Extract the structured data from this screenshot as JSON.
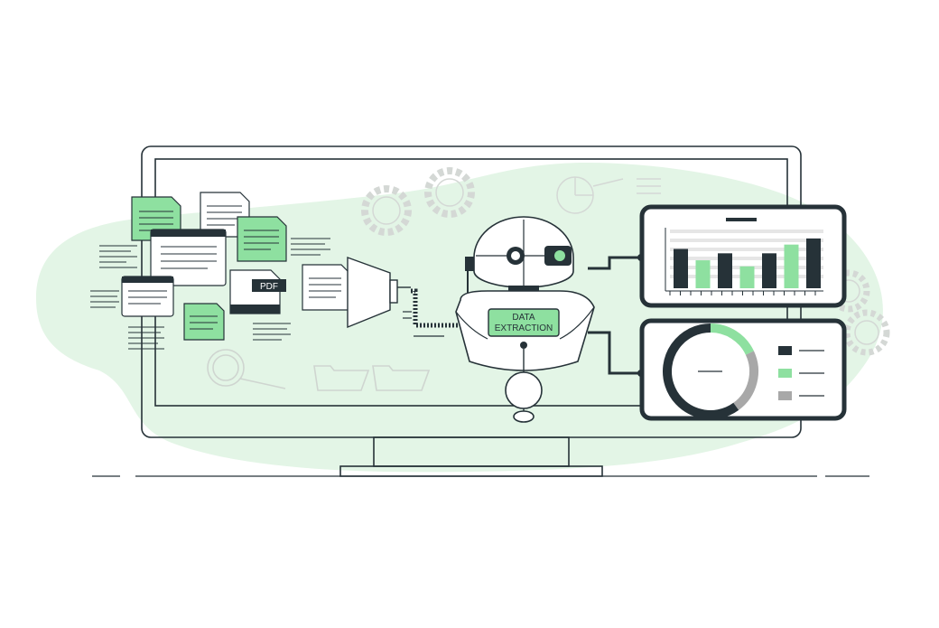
{
  "robot": {
    "badge_line1": "DATA",
    "badge_line2": "EXTRACTION"
  },
  "documents": {
    "pdf_label": "PDF"
  },
  "colors": {
    "outline": "#263238",
    "accent_green": "#8ee0a0",
    "light_green_blob": "#e3f5e6",
    "gray": "#a8a8a8",
    "background": "#ffffff"
  },
  "bar_chart": {
    "values": [
      45,
      32,
      40,
      25,
      40,
      50,
      57
    ],
    "colors": [
      "dark",
      "green",
      "dark",
      "green",
      "dark",
      "green",
      "dark"
    ]
  },
  "donut_chart": {
    "segments": [
      {
        "color": "green",
        "fraction": 0.18
      },
      {
        "color": "gray",
        "fraction": 0.22
      },
      {
        "color": "dark",
        "fraction": 0.6
      }
    ],
    "legend": [
      {
        "color": "dark"
      },
      {
        "color": "green"
      },
      {
        "color": "gray"
      }
    ]
  },
  "icons": [
    "monitor-icon",
    "gear-icon",
    "pie-chart-icon",
    "magnifier-icon",
    "folder-icon",
    "document-icon",
    "browser-window-icon",
    "robot-icon",
    "funnel-icon"
  ]
}
